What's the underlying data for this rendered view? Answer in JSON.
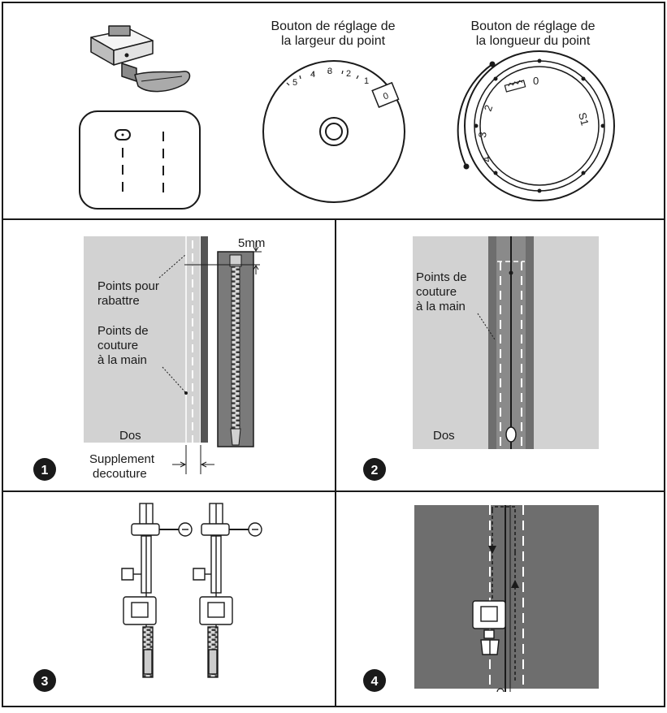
{
  "top": {
    "width_dial": {
      "title_line1": "Bouton de réglage de",
      "title_line2": "la largeur du point",
      "numbers": [
        "5",
        "4",
        "3",
        "2",
        "1",
        "0"
      ]
    },
    "length_dial": {
      "title_line1": "Bouton de réglage de",
      "title_line2": "la longueur du point",
      "numbers": [
        "0",
        "2",
        "3",
        "4",
        "S1"
      ]
    }
  },
  "panel1": {
    "step": "1",
    "measure": "5mm",
    "label_basting_l1": "Points pour",
    "label_basting_l2": "rabattre",
    "label_hand_l1": "Points de",
    "label_hand_l2": "couture",
    "label_hand_l3": "à la main",
    "label_back": "Dos",
    "label_seam_l1": "Supplement",
    "label_seam_l2": "decouture"
  },
  "panel2": {
    "step": "2",
    "label_hand_l1": "Points de",
    "label_hand_l2": "couture",
    "label_hand_l3": "à la main",
    "label_back": "Dos"
  },
  "panel3": {
    "step": "3"
  },
  "panel4": {
    "step": "4"
  },
  "colors": {
    "fabric_light": "#d2d2d2",
    "fabric_dark": "#6e6e6e",
    "ink": "#1a1a1a"
  }
}
